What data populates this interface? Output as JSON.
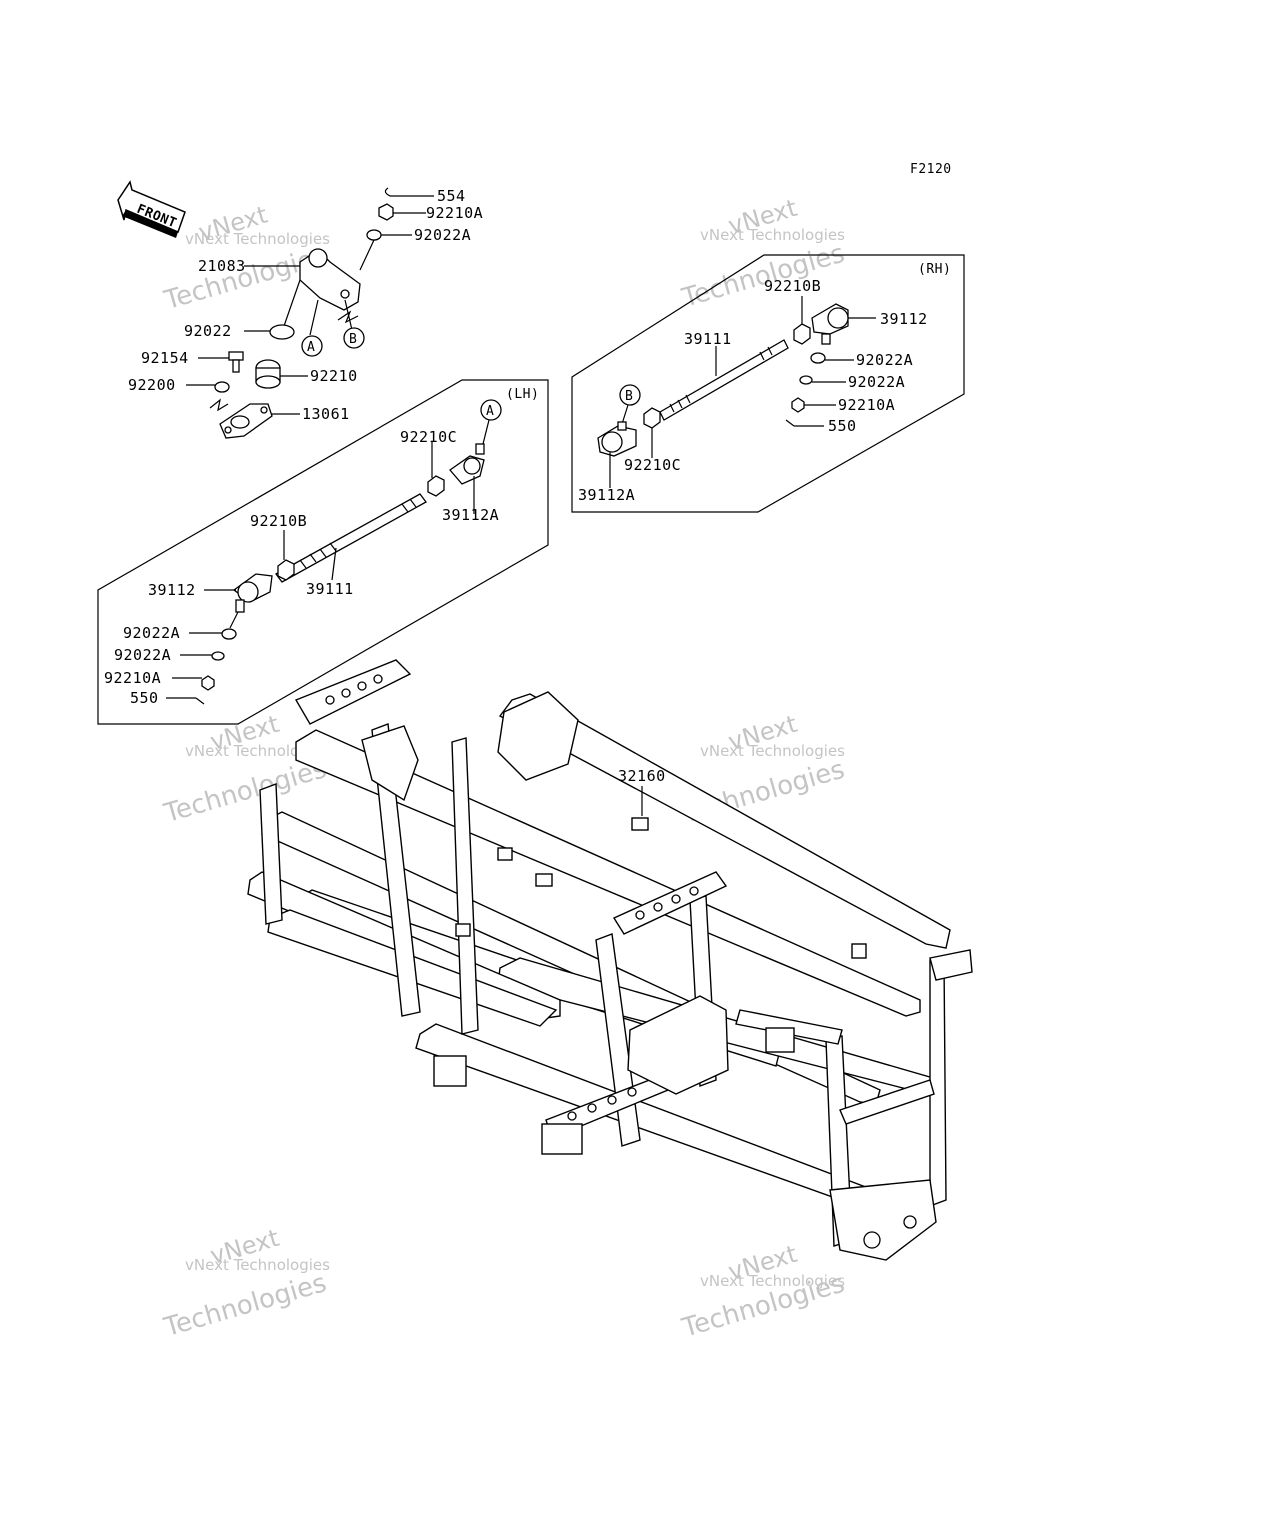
{
  "figure_code": "F2120",
  "front_arrow": {
    "label": "FRONT",
    "icon": "front-arrow-icon"
  },
  "groups": {
    "lh": "(LH)",
    "rh": "(RH)"
  },
  "callouts": {
    "a": "A",
    "b": "B"
  },
  "watermark": {
    "line1": "vNext Technologies",
    "line2": "vNext",
    "line3": "Technologies"
  },
  "labels": {
    "p554": "554",
    "p92210a_top": "92210A",
    "p92022a_top": "92022A",
    "p21083": "21083",
    "p92022": "92022",
    "p92154": "92154",
    "p92210": "92210",
    "p92200": "92200",
    "p13061": "13061",
    "lh_92210c": "92210C",
    "lh_39112a": "39112A",
    "lh_92210b": "92210B",
    "lh_39111": "39111",
    "lh_39112": "39112",
    "lh_92022a_1": "92022A",
    "lh_92022a_2": "92022A",
    "lh_92210a": "92210A",
    "lh_550": "550",
    "rh_92210b": "92210B",
    "rh_39112": "39112",
    "rh_39111": "39111",
    "rh_92022a_1": "92022A",
    "rh_92022a_2": "92022A",
    "rh_92210a": "92210A",
    "rh_550": "550",
    "rh_92210c": "92210C",
    "rh_39112a": "39112A",
    "frame_32160": "32160"
  }
}
